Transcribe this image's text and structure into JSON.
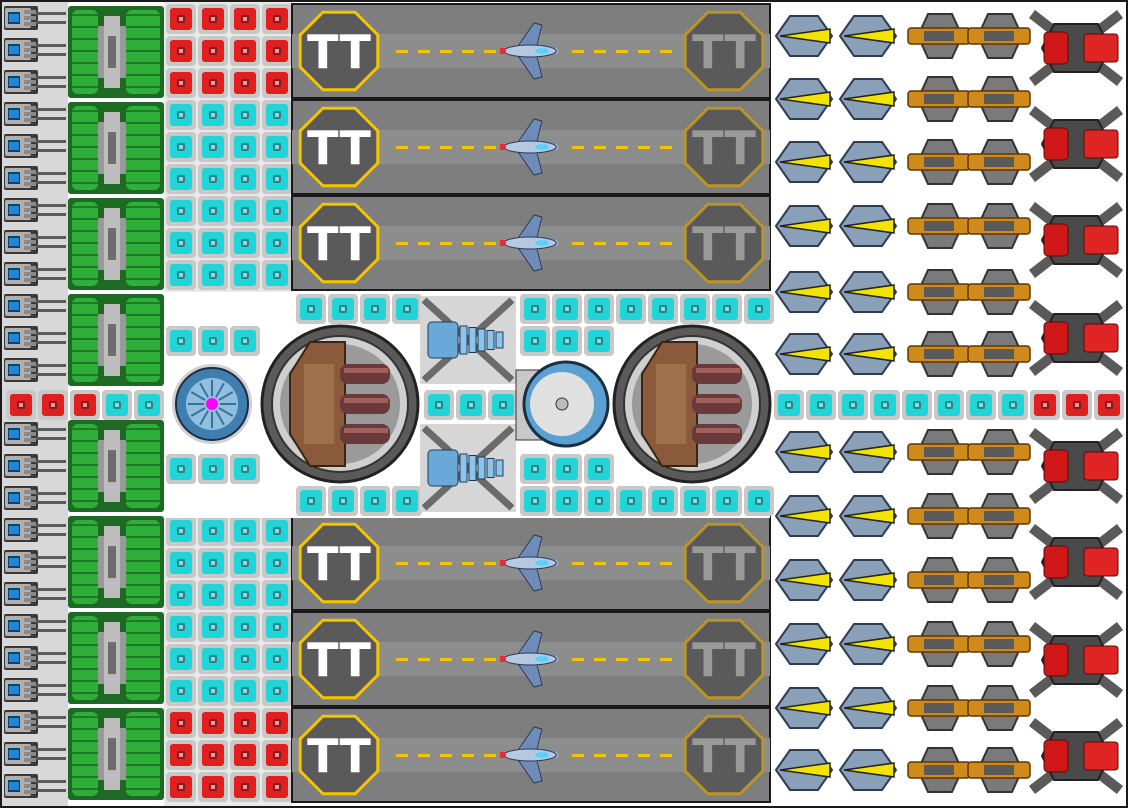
{
  "scene": {
    "type": "top-down ship layout",
    "background": "#ffffff",
    "grid_lines": "#1a1a1a"
  },
  "left_power_cells": {
    "icon": "battery-icon",
    "count": 24,
    "color_case": "#b0b0b0",
    "color_glow": "#1e8ad6"
  },
  "green_tanks": {
    "icon": "green-tank-icon",
    "count": 8,
    "color": "#2fae3a"
  },
  "module_blocks": {
    "red_block_color": "#e02020",
    "cyan_block_color": "#22d4d8",
    "frame_color": "#c8c8c8"
  },
  "hangar_bays": {
    "count": 6,
    "floor_color": "#7e7e7e",
    "lane_line_color": "#f5c400",
    "sign_left": "TT",
    "sign_right": "TT",
    "ship_icon": "fighter-ship-icon"
  },
  "core": {
    "reactor_icon": "reactor-core-icon",
    "reactor_glow": "#ff00ff",
    "turret_icon": "triple-cannon-turret-icon",
    "thruster_icon": "plasma-thruster-icon",
    "shield_icon": "shield-generator-icon"
  },
  "right_weapons": {
    "yellow_icon": "yellow-missile-pod-icon",
    "orange_icon": "orange-railgun-icon",
    "red_icon": "red-laser-battery-icon",
    "rows": 12
  }
}
